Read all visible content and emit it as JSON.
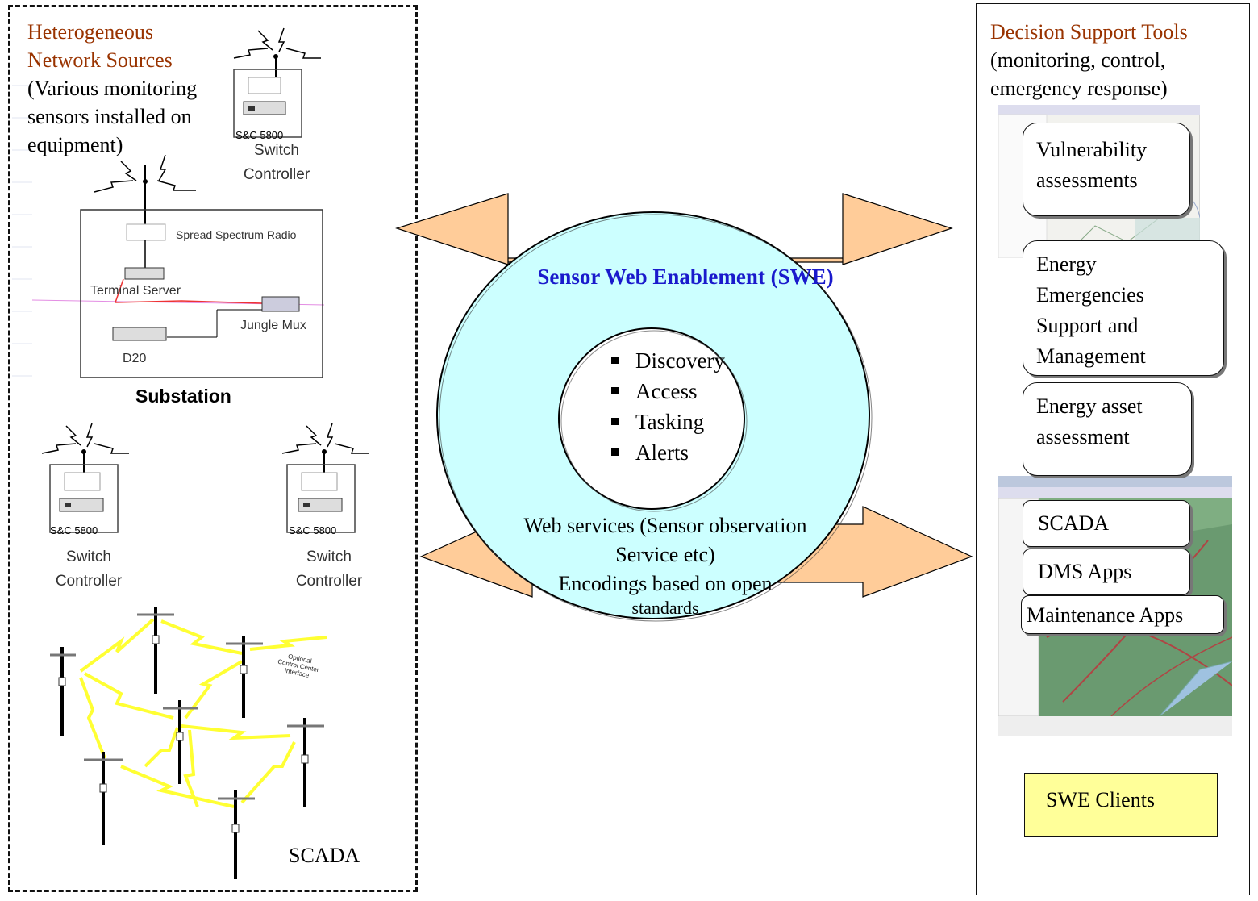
{
  "left_panel": {
    "title_line1": "Heterogeneous",
    "title_line2": "Network Sources",
    "desc_line1": "(Various monitoring",
    "desc_line2": "sensors installed on",
    "desc_line3": "equipment)",
    "switch_top": {
      "device": "S&C 5800",
      "label_line1": "Switch",
      "label_line2": "Controller"
    },
    "substation": {
      "spread_spectrum": "Spread Spectrum Radio",
      "terminal_server": "Terminal Server",
      "jungle_mux": "Jungle Mux",
      "d20": "D20",
      "title": "Substation"
    },
    "switch_left": {
      "device": "S&C 5800",
      "label_line1": "Switch",
      "label_line2": "Controller"
    },
    "switch_right": {
      "device": "S&C 5800",
      "label_line1": "Switch",
      "label_line2": "Controller"
    },
    "optional_cc": [
      "Optional",
      "Control Center",
      "Interface"
    ],
    "scada_label": "SCADA"
  },
  "center": {
    "title": "Sensor Web Enablement (SWE)",
    "items": [
      "Discovery",
      "Access",
      "Tasking",
      "Alerts"
    ],
    "web_services_line1": "Web services (Sensor observation",
    "web_services_line2": "Service etc)",
    "encodings_line1": "Encodings based on open",
    "encodings_line2": "standards"
  },
  "right_panel": {
    "title": "Decision Support Tools",
    "desc_line1": "(monitoring, control,",
    "desc_line2": "emergency response)",
    "tools": {
      "vulnerability": [
        "Vulnerability",
        "assessments"
      ],
      "energy_emergencies": [
        "Energy",
        "Emergencies",
        "Support and",
        "Management"
      ],
      "energy_asset": [
        "Energy asset",
        "assessment"
      ],
      "scada": "SCADA",
      "dms_apps": "DMS Apps",
      "maintenance_apps": "Maintenance Apps"
    },
    "swe_clients": "SWE Clients"
  },
  "colors": {
    "brown_title": "#993300",
    "swe_title": "#1a1acc",
    "ring_fill": "#ccffff",
    "arrow_fill": "#ffcc99",
    "swe_clients_fill": "#ffff99",
    "lightning": "#ffff33"
  }
}
